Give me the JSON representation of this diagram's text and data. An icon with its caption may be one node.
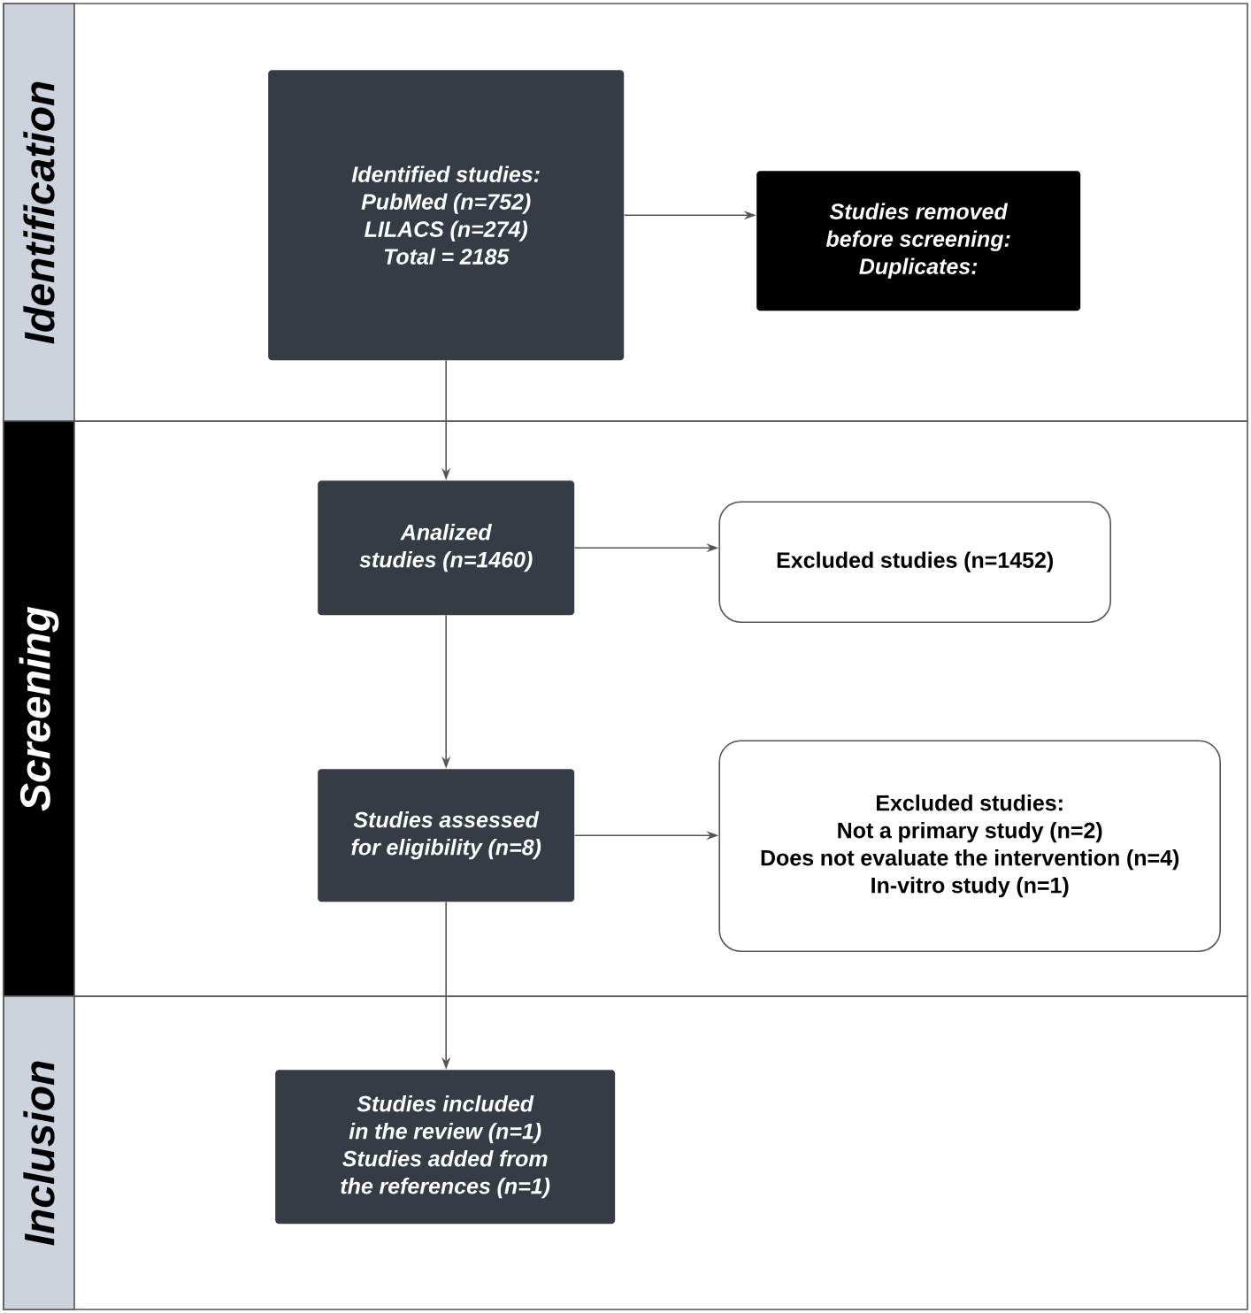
{
  "diagram": {
    "nodes": [
      {
        "text": [
          "Identification"
        ]
      },
      {
        "text": [
          "Identified studies:",
          "PubMed (n=752)",
          "LILACS (n=274)",
          "Total = 2185"
        ],
        "in": 0
      },
      {
        "text": [
          "Studies removed before screening:",
          "Duplicates:"
        ],
        "in": 0
      },
      {
        "text": [
          "Screening"
        ]
      },
      {
        "text": [
          "Analized studies (n=1460)"
        ],
        "in": 3
      },
      {
        "text": [
          "Excluded studies (n=1452)"
        ],
        "in": 3
      },
      {
        "text": [
          "Studies assessed for eligibility (n=8)"
        ],
        "in": 3
      },
      {
        "text": [
          "Excluded studies:",
          "Not a primary study (n=2)",
          "Does not evaluate the intervention (n=4)",
          "In-vitro study (n=1)"
        ],
        "in": 3
      },
      {
        "text": [
          "Inclusion"
        ]
      },
      {
        "text": [
          "Studies included in the review (n=1)",
          "Studies added from the references (n=1)"
        ],
        "in": 8
      }
    ],
    "edges": [
      {
        "from": 1,
        "to": 2,
        "arrow": "to"
      },
      {
        "from": 1,
        "to": 4,
        "arrow": "to"
      },
      {
        "from": 4,
        "to": 5,
        "arrow": "to"
      },
      {
        "from": 4,
        "to": 6,
        "arrow": "to"
      },
      {
        "from": 6,
        "to": 7,
        "arrow": "to"
      },
      {
        "from": 6,
        "to": 9,
        "arrow": "to"
      }
    ]
  }
}
